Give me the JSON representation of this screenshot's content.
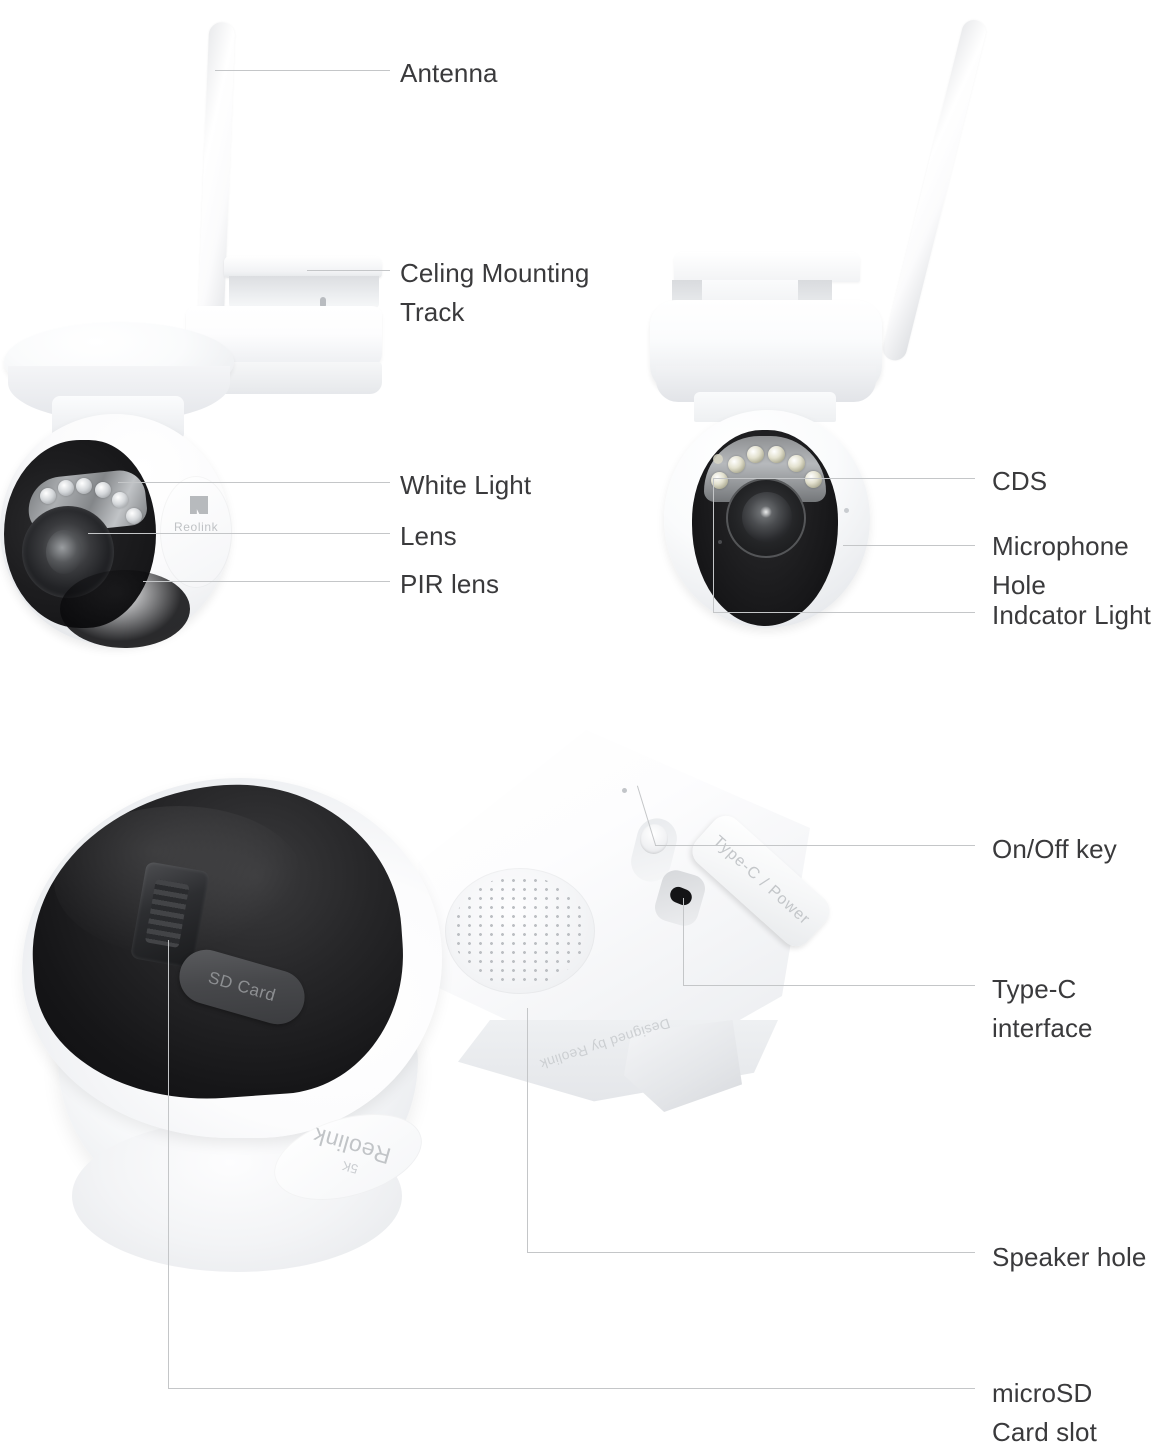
{
  "diagram": {
    "title": "Reolink PT security camera component callout diagram",
    "line_color": "#c4c6c8",
    "label_color": "#3a3a3c",
    "background": "#ffffff"
  },
  "labels": {
    "antenna": "Antenna",
    "ceiling_mounting_track": "Celing Mounting\nTrack",
    "white_light": "White Light",
    "lens": "Lens",
    "pir_lens": "PIR lens",
    "cds": "CDS",
    "microphone_hole": "Microphone\nHole",
    "indicator_light": "Indcator Light",
    "on_off_key": "On/Off key",
    "type_c_interface": "Type-C\ninterface",
    "speaker_hole": "Speaker hole",
    "microsd_card_slot": "microSD\nCard slot"
  },
  "product_markings": {
    "brand": "Reolink",
    "brand_sub": "5K",
    "sd_card_flap": "SD Card",
    "type_c_flap": "Type-C / Power",
    "designed_by": "Designed by Reolink"
  },
  "views": {
    "left": "Side view with ceiling mounting bracket",
    "right": "Front view",
    "bottom": "Bottom three-quarter view"
  }
}
